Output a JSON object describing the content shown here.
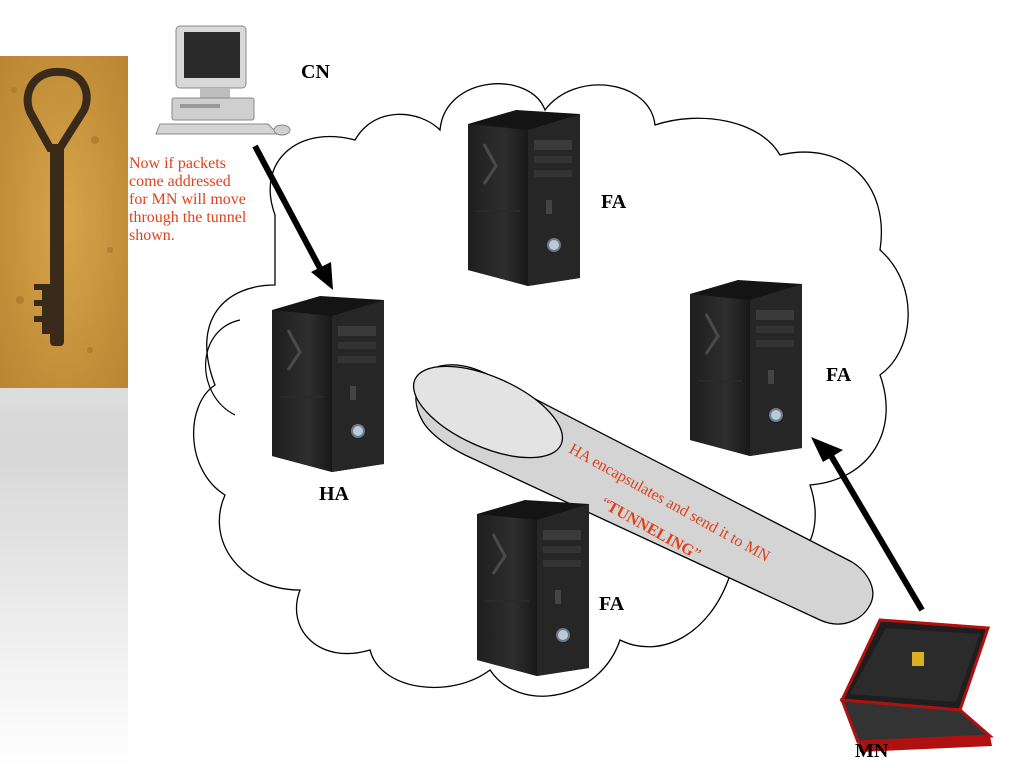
{
  "labels": {
    "cn": "CN",
    "ha": "HA",
    "fa_top": "FA",
    "fa_right": "FA",
    "fa_bottom": "FA",
    "mn": "MN"
  },
  "note_lines": [
    "Now if packets",
    "come addressed",
    "for MN will move",
    "through the tunnel",
    "shown."
  ],
  "tunnel_text": {
    "line1": "HA encapsulates and send it to MN",
    "quote_open": "“",
    "tunneling": "TUNNELING",
    "quote_close": "”"
  },
  "colors": {
    "accent_red": "#e0401a",
    "tunnel_fill": "#d4d4d4",
    "sidebar_gray": "#dedede"
  },
  "icons": [
    "key-image",
    "desktop-computer-icon",
    "tower-server-icon",
    "laptop-icon"
  ]
}
